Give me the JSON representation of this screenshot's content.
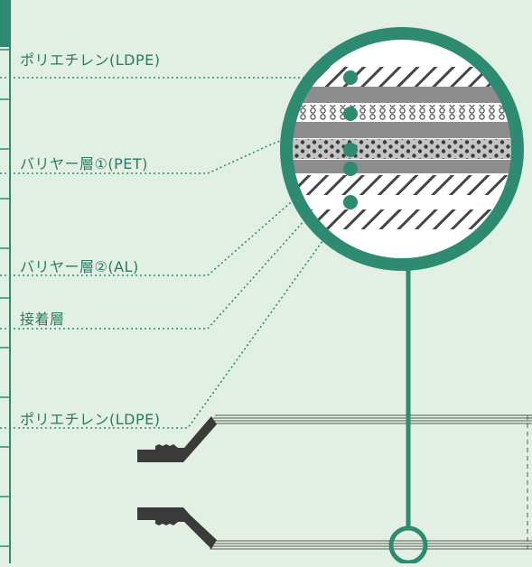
{
  "labels": [
    {
      "id": "ldpe-top",
      "text": "ポリエチレン(LDPE)"
    },
    {
      "id": "barrier-pet",
      "text": "バリヤー層①(PET)"
    },
    {
      "id": "barrier-al",
      "text": "バリヤー層②(AL)"
    },
    {
      "id": "adhesive",
      "text": "接着層"
    },
    {
      "id": "ldpe-bottom",
      "text": "ポリエチレン(LDPE)"
    }
  ],
  "colors": {
    "background": "#e2efe3",
    "accent": "#2e8b72",
    "label_text": "#2b7a63",
    "layer_gray": "#8d8d8d",
    "hatch": "#454545",
    "fitting": "#3a3a3a"
  }
}
